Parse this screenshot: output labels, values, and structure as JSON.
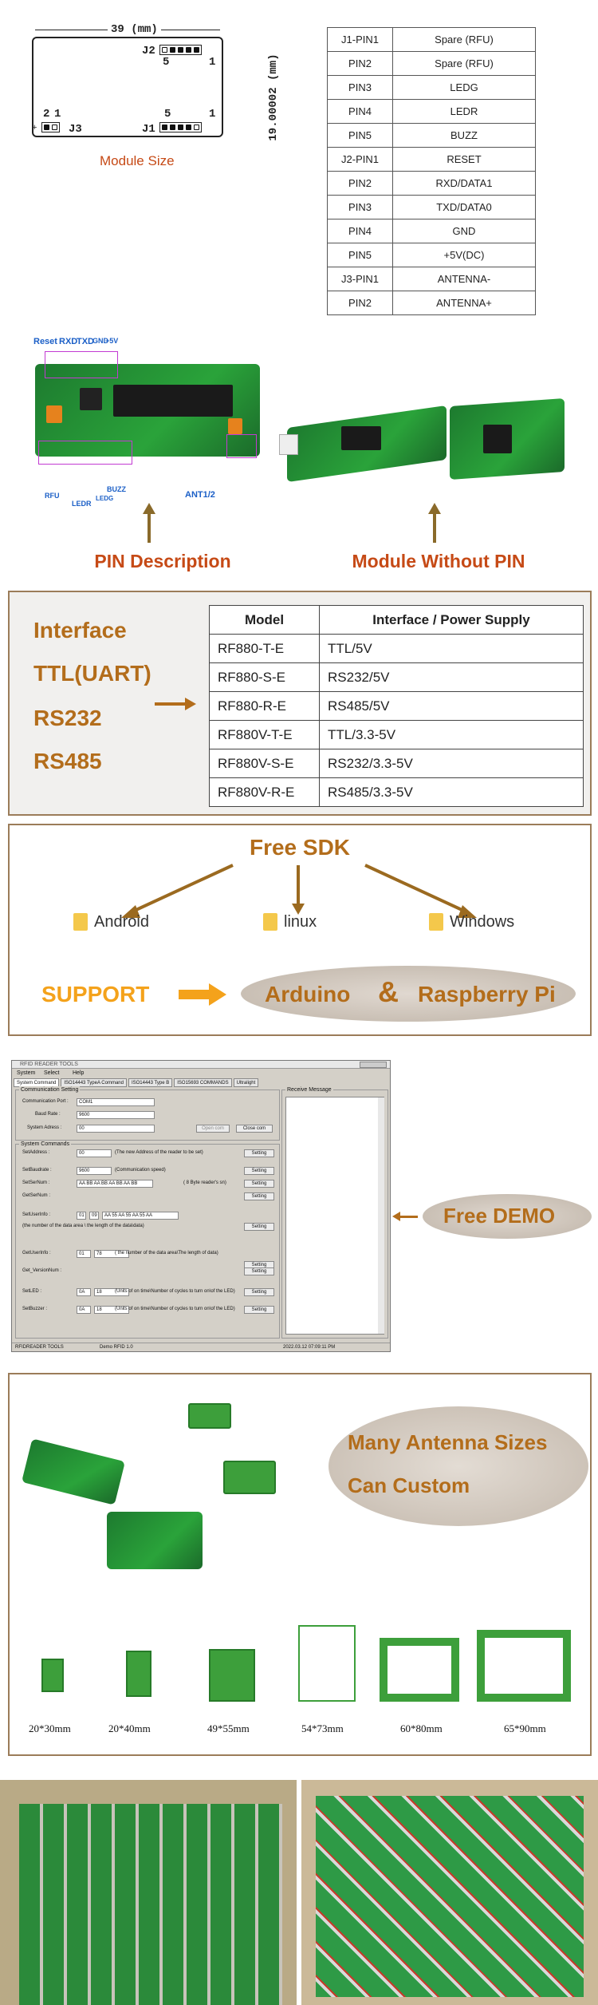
{
  "module_size": {
    "width_label": "39 (mm)",
    "height_label": "19.00002 (mm)",
    "caption": "Module Size",
    "j1_label": "J1",
    "j2_label": "J2",
    "j3_label": "J3",
    "j1_num_left": "5",
    "j1_num_right": "1",
    "j2_num_left": "5",
    "j2_num_right": "1",
    "j3_num_left": "2",
    "j3_num_right": "1",
    "plus_sign": "+"
  },
  "pin_table": [
    {
      "pin": "J1-PIN1",
      "func": "Spare (RFU)"
    },
    {
      "pin": "PIN2",
      "func": "Spare (RFU)"
    },
    {
      "pin": "PIN3",
      "func": "LEDG"
    },
    {
      "pin": "PIN4",
      "func": "LEDR"
    },
    {
      "pin": "PIN5",
      "func": "BUZZ"
    },
    {
      "pin": "J2-PIN1",
      "func": "RESET"
    },
    {
      "pin": "PIN2",
      "func": "RXD/DATA1"
    },
    {
      "pin": "PIN3",
      "func": "TXD/DATA0"
    },
    {
      "pin": "PIN4",
      "func": "GND"
    },
    {
      "pin": "PIN5",
      "func": "+5V(DC)"
    },
    {
      "pin": "J3-PIN1",
      "func": "ANTENNA-"
    },
    {
      "pin": "PIN2",
      "func": "ANTENNA+"
    }
  ],
  "pcb_labels": {
    "reset": "Reset",
    "rxd": "RXD",
    "txd": "TXD",
    "gnd": "GND",
    "v5": "+5V",
    "rfu": "RFU",
    "ledr": "LEDR",
    "ledg": "LEDG",
    "buzz": "BUZZ",
    "ant": "ANT1/2"
  },
  "captions": {
    "pin_description": "PIN Description",
    "module_without_pin": "Module Without PIN"
  },
  "interface": {
    "heading": "Interface",
    "types": [
      "TTL(UART)",
      "RS232",
      "RS485"
    ],
    "table_headers": [
      "Model",
      "Interface / Power Supply"
    ],
    "rows": [
      {
        "model": "RF880-T-E",
        "spec": "TTL/5V"
      },
      {
        "model": "RF880-S-E",
        "spec": "RS232/5V"
      },
      {
        "model": "RF880-R-E",
        "spec": "RS485/5V"
      },
      {
        "model": "RF880V-T-E",
        "spec": "TTL/3.3-5V"
      },
      {
        "model": "RF880V-S-E",
        "spec": "RS232/3.3-5V"
      },
      {
        "model": "RF880V-R-E",
        "spec": "RS485/3.3-5V"
      }
    ]
  },
  "sdk": {
    "title": "Free SDK",
    "os": [
      "Android",
      "linux",
      "Windows"
    ],
    "support": "SUPPORT",
    "arduino": "Arduino",
    "amp": "&",
    "raspberry": "Raspberry Pi"
  },
  "software": {
    "window_title": "RFID READER TOOLS",
    "menu": [
      "System",
      "Select",
      "Help"
    ],
    "tabs": [
      "System Command",
      "ISO14443 TypeA Command",
      "ISO14443 Type B",
      "ISO15693 COMMANDS",
      "Ultralight"
    ],
    "comm_group": "Communication Setting",
    "comm_port_label": "Communication Port :",
    "comm_port_value": "COM1",
    "baud_label": "Baud Rate :",
    "baud_value": "9600",
    "sys_addr_label": "System Adress :",
    "sys_addr_value": "00",
    "open_btn": "Open com",
    "close_btn": "Close com",
    "receive_label": "Receive Message",
    "sys_group": "System Commands",
    "rows": [
      {
        "label": "SetAddress :",
        "value": "00",
        "note": "(The new Address of the reader to be set)"
      },
      {
        "label": "SetBaudrate :",
        "value": "9600",
        "note": "(Communication speed)"
      },
      {
        "label": "SetSerNum :",
        "value": "AA BB AA BB AA BB AA BB",
        "note": "( 8 Byte reader's sn)"
      },
      {
        "label": "GetSerNum :",
        "value": "",
        "note": ""
      },
      {
        "label": "SetUserInfo :",
        "value": "AA 55 AA 55 AA 55 AA",
        "note": "(the number of the data area \\ the length of the data\\data)"
      },
      {
        "label": "GetUserInfo :",
        "value": "78",
        "note": "( the number of the data area\\The length of data)"
      },
      {
        "label": "Get_VersionNum :",
        "value": "",
        "note": ""
      },
      {
        "label": "SetLED :",
        "value": "18",
        "note": "(Units of on time\\Number of cycles to turn on\\of the LED)"
      },
      {
        "label": "SetBuzzer :",
        "value": "18",
        "note": "(Units of on time\\Number of cycles to turn on\\of the LED)"
      }
    ],
    "num_small_a": "01",
    "num_small_b": "09",
    "num_small_c": "01",
    "num_small_d": "0A",
    "num_small_e": "0A",
    "setting_btn": "Setting",
    "status_left": "RFIDREADER TOOLS",
    "status_mid": "Demo RFID 1.0",
    "status_right": "2022.03.12     07:09:11 PM"
  },
  "demo_label": "Free DEMO",
  "antenna": {
    "headline_1": "Many Antenna Sizes",
    "headline_2": "Can Custom",
    "sizes": [
      "20*30mm",
      "20*40mm",
      "49*55mm",
      "54*73mm",
      "60*80mm",
      "65*90mm"
    ]
  },
  "colors": {
    "accent_orange": "#c64a16",
    "interface_gold": "#b36d1b",
    "pcb_green": "#2aa33a",
    "label_blue": "#1b5fc7",
    "pin_magenta": "#c23ad2"
  }
}
